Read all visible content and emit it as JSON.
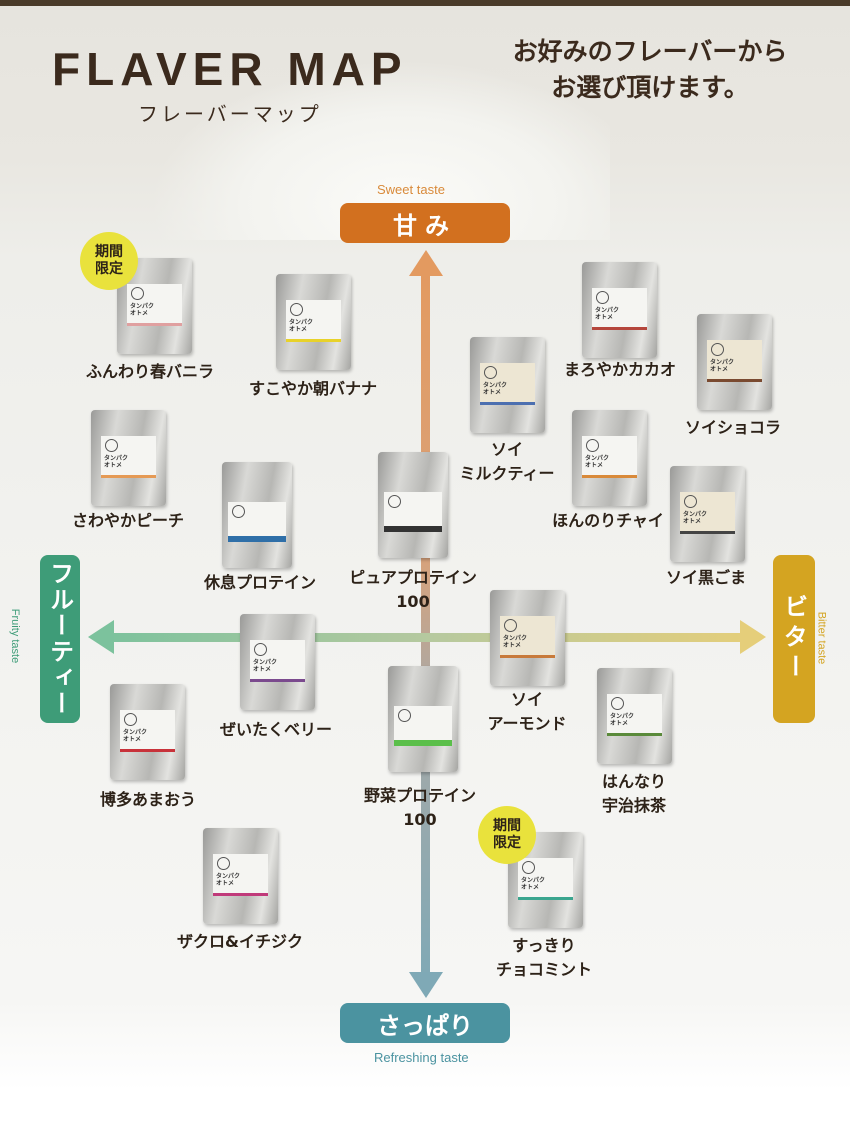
{
  "header": {
    "title": "FLAVER MAP",
    "subtitle": "フレーバーマップ",
    "tagline": "お好みのフレーバーから\nお選び頂けます。"
  },
  "axes": {
    "top": {
      "label": "甘み",
      "en": "Sweet taste",
      "color": "#d2701f"
    },
    "bottom": {
      "label": "さっぱり",
      "en": "Refreshing taste",
      "color": "#4b93a0"
    },
    "left": {
      "label": "フルーティー",
      "en": "Fruity taste",
      "color": "#3e9c78"
    },
    "right": {
      "label": "ビター",
      "en": "Bitter taste",
      "color": "#d4a421"
    }
  },
  "badge": "期間\n限定",
  "pouch_text": "タンパク\nオトメ",
  "products": [
    {
      "name": "ふんわり春バニラ",
      "color": "#e0a0a0",
      "limited": true
    },
    {
      "name": "すこやか朝バナナ",
      "color": "#e8d22a"
    },
    {
      "name": "まろやかカカオ",
      "color": "#b5463c"
    },
    {
      "name": "ソイ\nミルクティー",
      "color": "#4c6fb0",
      "soy": true
    },
    {
      "name": "ソイショコラ",
      "color": "#7a4a30",
      "soy": true
    },
    {
      "name": "さわやかピーチ",
      "color": "#e59a55"
    },
    {
      "name": "休息プロテイン",
      "color": "#2f6fa8",
      "wide": true
    },
    {
      "name": "ピュアプロテイン\n100",
      "color": "#333333",
      "wide": true
    },
    {
      "name": "ほんのりチャイ",
      "color": "#d98a3a"
    },
    {
      "name": "ソイ黒ごま",
      "color": "#444444",
      "soy": true
    },
    {
      "name": "ぜいたくベリー",
      "color": "#7b4a8e"
    },
    {
      "name": "ソイ\nアーモンド",
      "color": "#c87a3a",
      "soy": true
    },
    {
      "name": "博多あまおう",
      "color": "#c8323a"
    },
    {
      "name": "野菜プロテイン\n100",
      "color": "#5bbf4a",
      "wide": true
    },
    {
      "name": "はんなり\n宇治抹茶",
      "color": "#5a8a3a"
    },
    {
      "name": "ザクロ&イチジク",
      "color": "#c03a7a"
    },
    {
      "name": "すっきり\nチョコミント",
      "color": "#3aa58e",
      "limited": true
    }
  ]
}
